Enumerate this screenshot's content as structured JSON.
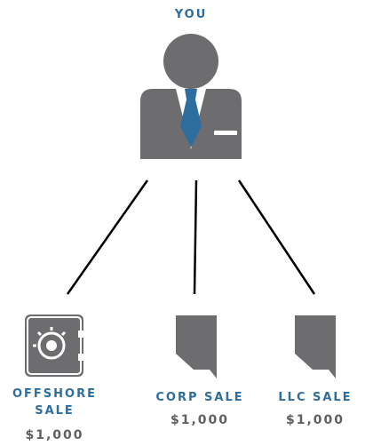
{
  "colors": {
    "accent": "#2e6e9e",
    "icon_grey": "#6d6d6f",
    "text_grey": "#606060",
    "line": "#000000"
  },
  "top": {
    "label": "YOU",
    "icon": "businessman-icon"
  },
  "children": [
    {
      "label_line1": "OFFSHORE",
      "label_line2": "SALE",
      "price": "$1,000",
      "icon": "safe-icon"
    },
    {
      "label_line1": "CORP SALE",
      "price": "$1,000",
      "icon": "document-tag-icon"
    },
    {
      "label_line1": "LLC SALE",
      "price": "$1,000",
      "icon": "document-tag-icon"
    }
  ]
}
